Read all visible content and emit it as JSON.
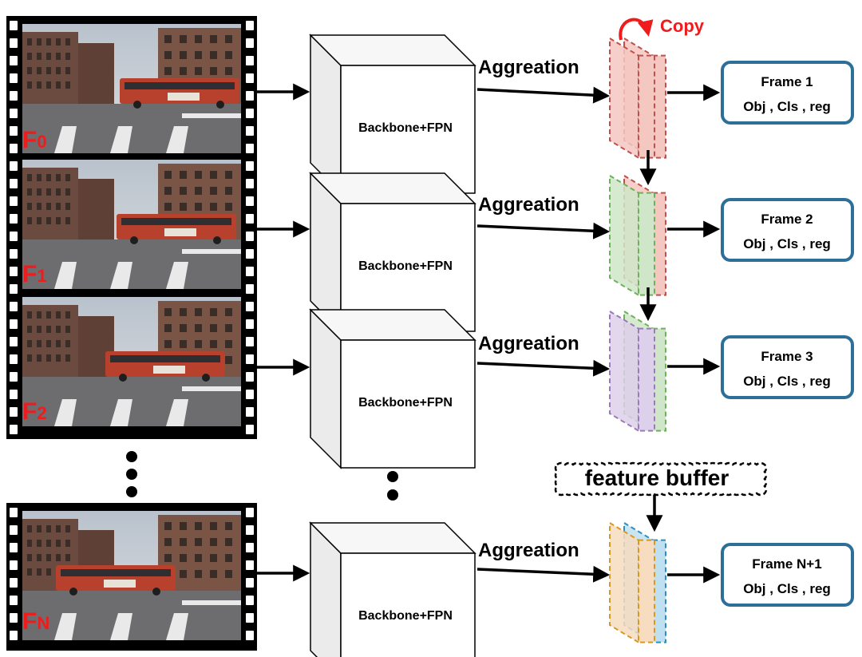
{
  "colors": {
    "film": "#000000",
    "accent_red": "#ee1c1c",
    "output_border": "#2e6f9a",
    "stack_red_fill": "#f4c7c1",
    "stack_red_stroke": "#c0504d",
    "stack_green_fill": "#cfe6c8",
    "stack_green_stroke": "#6fb05a",
    "stack_purple_fill": "#ddd0ea",
    "stack_purple_stroke": "#9a7ab8",
    "stack_orange_fill": "#f7dcc0",
    "stack_orange_stroke": "#d69a20",
    "stack_blue_fill": "#bfe0f0",
    "stack_blue_stroke": "#2f8ec0"
  },
  "frames": [
    {
      "letter": "F",
      "index": "0"
    },
    {
      "letter": "F",
      "index": "1"
    },
    {
      "letter": "F",
      "index": "2"
    },
    {
      "letter": "F",
      "index": "N"
    }
  ],
  "backbone_label": "Backbone+FPN",
  "aggregation_label": "Aggreation",
  "copy_label": "Copy",
  "feature_buffer_label": "feature buffer",
  "outputs": [
    {
      "title": "Frame 1",
      "subtitle": "Obj , Cls , reg"
    },
    {
      "title": "Frame 2",
      "subtitle": "Obj , Cls , reg"
    },
    {
      "title": "Frame 3",
      "subtitle": "Obj , Cls , reg"
    },
    {
      "title": "Frame N+1",
      "subtitle": "Obj , Cls , reg"
    }
  ],
  "icons": [
    "film-strip-icon",
    "street-scene-image",
    "red-bus-icon",
    "arrow-right-icon",
    "arrow-down-icon",
    "curved-copy-arrow-icon",
    "ellipsis-vertical-icon"
  ]
}
